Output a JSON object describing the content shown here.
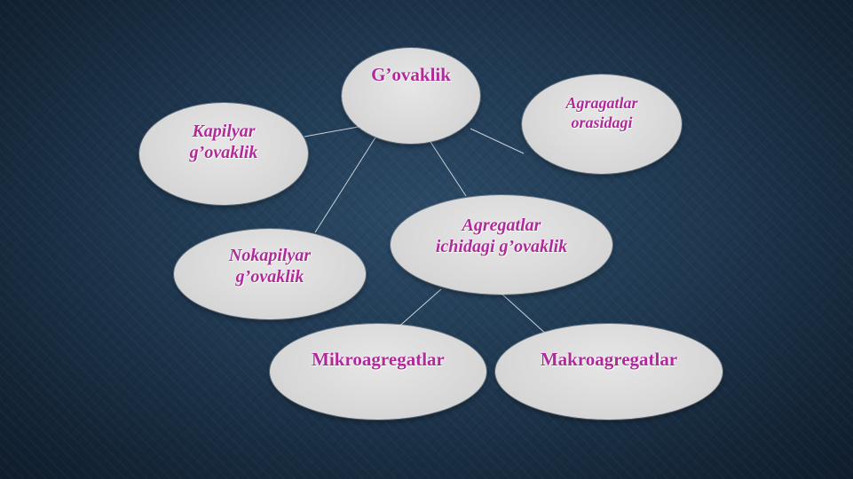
{
  "diagram": {
    "nodes": {
      "govaklik": "G’ovaklik",
      "kapilyar": "Kapilyar\ng’ovaklik",
      "agragatlar_orasidagi": "Agragatlar\norasidagi",
      "agregatlar_ichidagi": "Agregatlar\nichidagi g’ovaklik",
      "nokapilyar": "Nokapilyar\ng’ovaklik",
      "mikroagregatlar": "Mikroagregatlar",
      "makroagregatlar": "Makroagregatlar"
    }
  },
  "colors": {
    "background": "#1f3850",
    "node_fill": "#d9d9d9",
    "label_text": "#b02a9a",
    "connector": "#c8d0d8"
  }
}
